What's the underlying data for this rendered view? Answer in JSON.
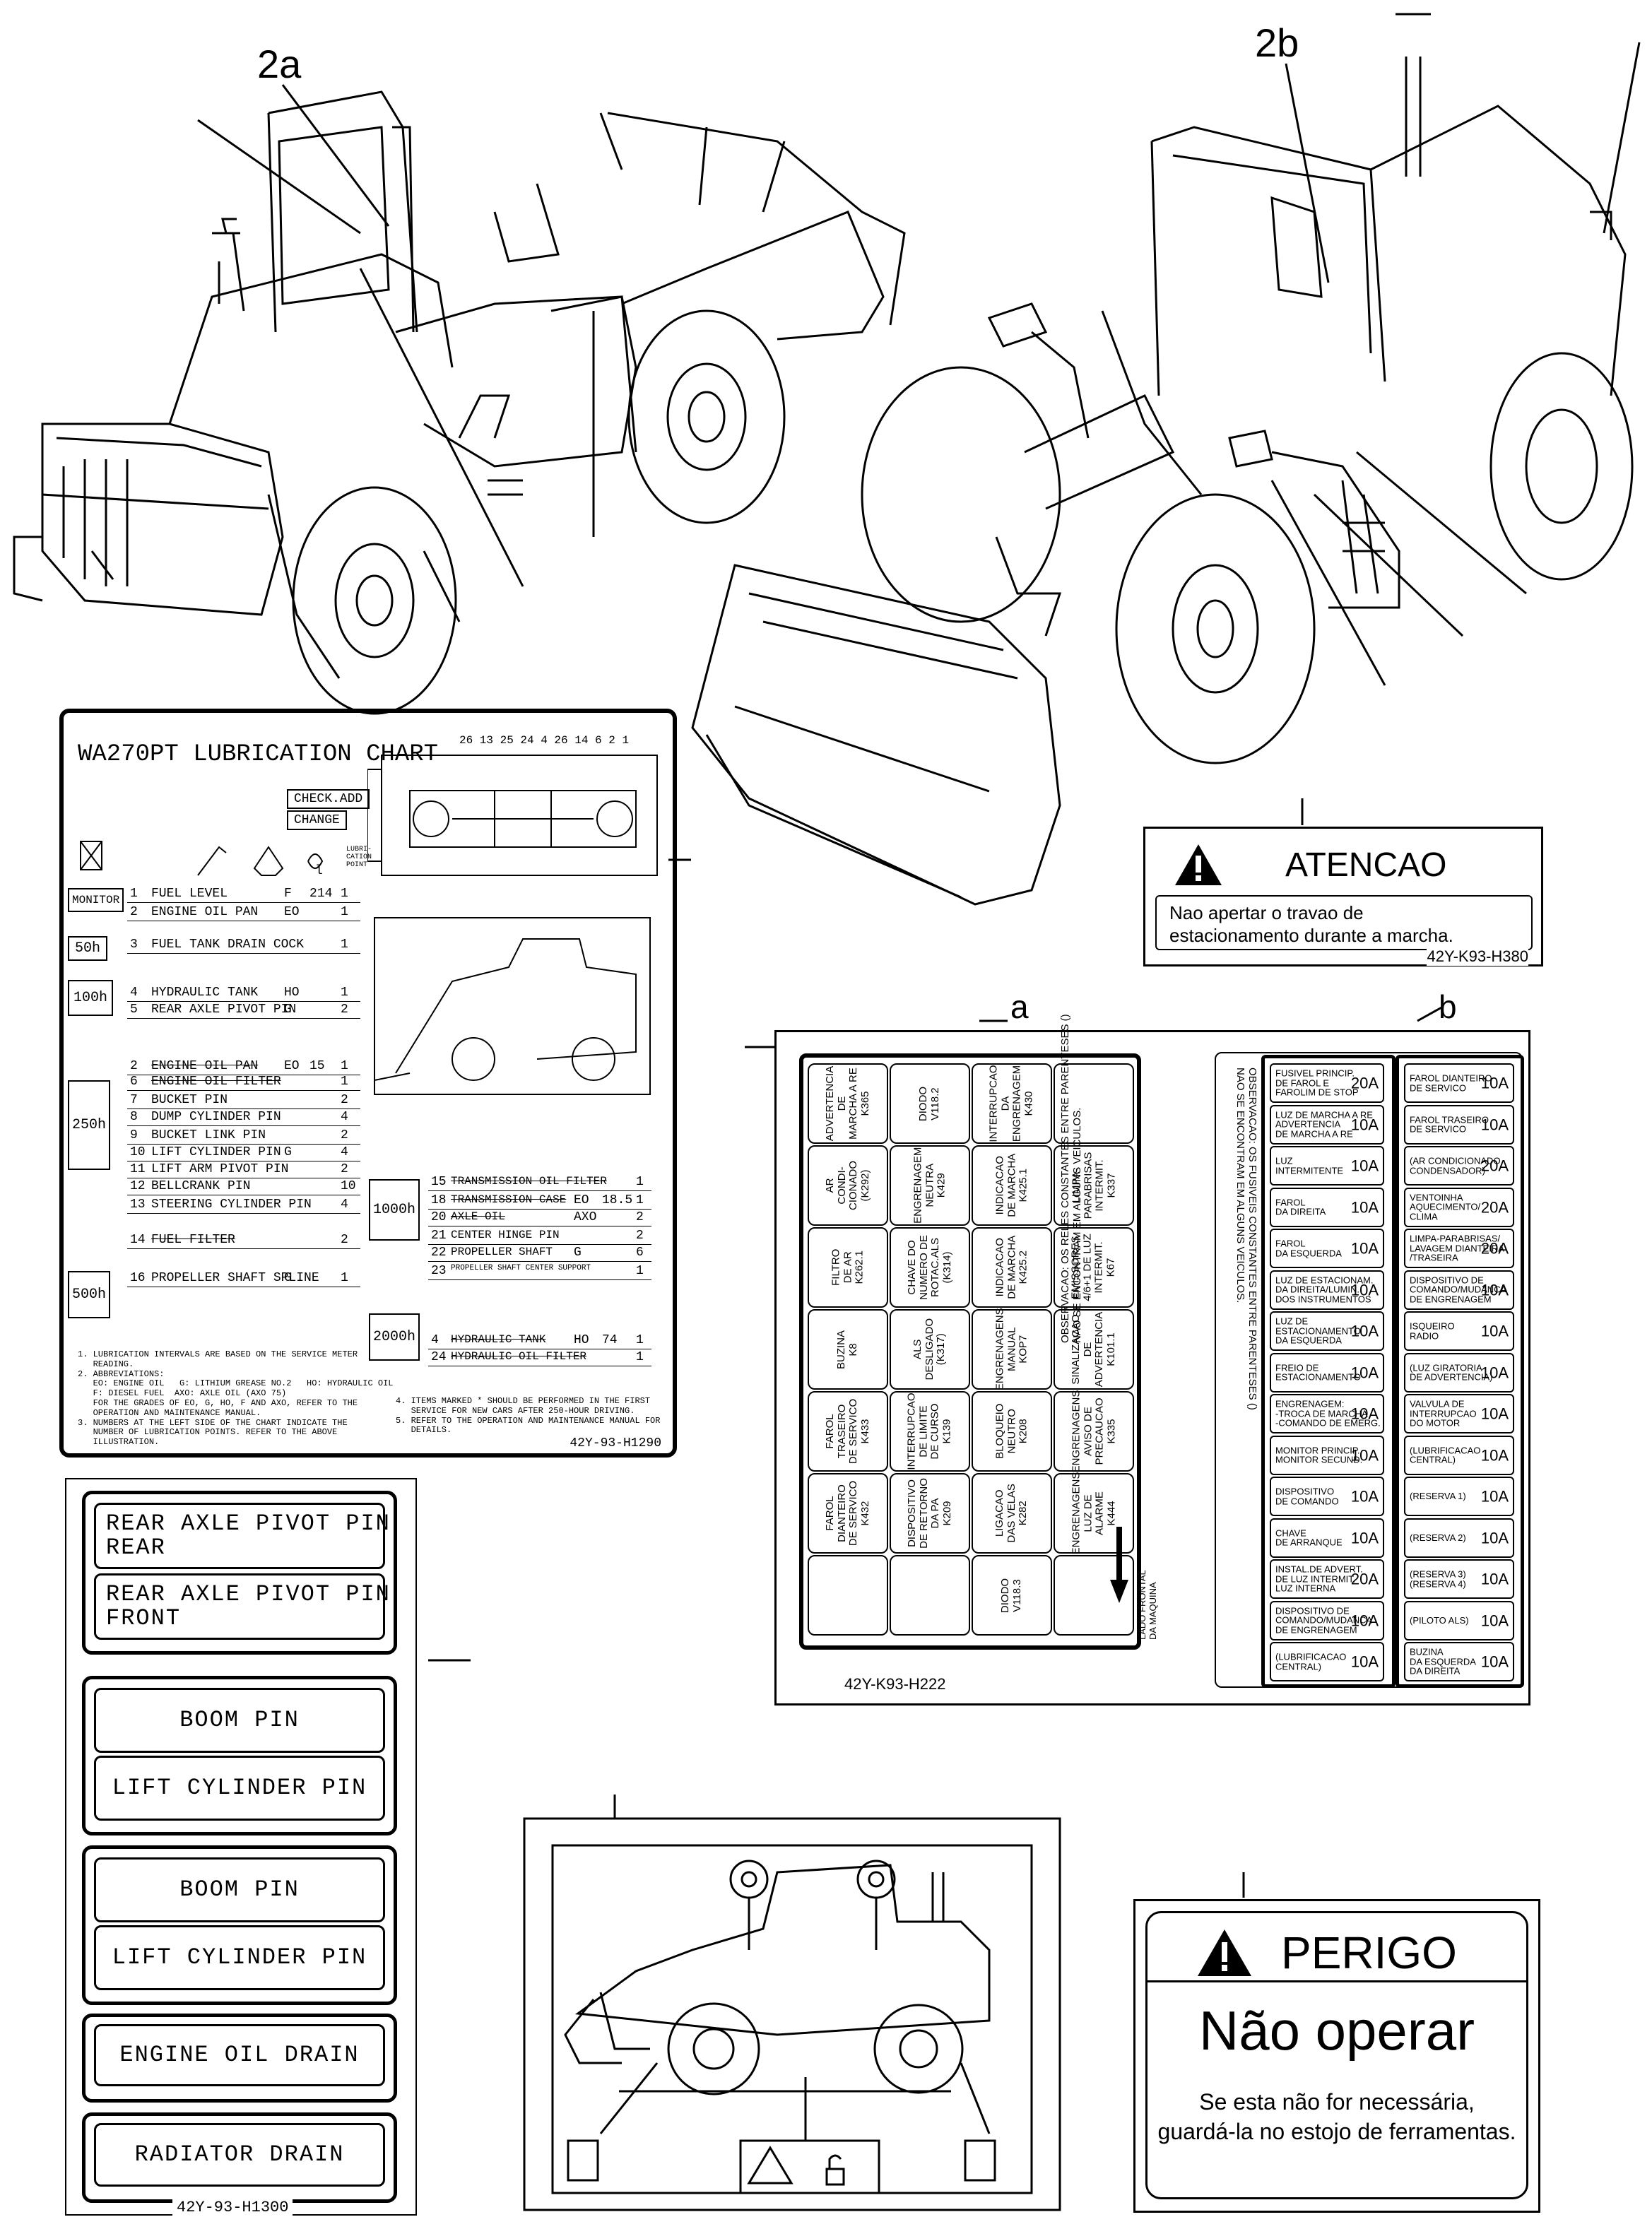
{
  "callouts": {
    "c2a": "2a",
    "c2b": "2b",
    "ca": "a",
    "cb": "b"
  },
  "atencao": {
    "title": "ATENCAO",
    "line1": "Nao apertar o travao de",
    "line2": "estacionamento durante a marcha.",
    "code": "42Y-K93-H380"
  },
  "lubrication": {
    "title": "WA270PT LUBRICATION CHART",
    "check_add": "CHECK.ADD",
    "change": "CHANGE",
    "hdr_points": "LUBRI-CATION POINT",
    "hdr_qty": "l",
    "groups": {
      "monitor": "MONITOR",
      "h50": "50h",
      "h100": "100h",
      "h250": "250h",
      "h500": "500h",
      "h1000": "1000h",
      "h2000": "2000h"
    },
    "left_rows": [
      {
        "no": "1",
        "item": "FUEL LEVEL",
        "code": "F",
        "qty": "214",
        "pts": "1"
      },
      {
        "no": "2",
        "item": "ENGINE OIL PAN",
        "code": "EO",
        "qty": "",
        "pts": "1"
      },
      {
        "no": "3",
        "item": "FUEL TANK DRAIN COCK",
        "code": "",
        "qty": "",
        "pts": "1"
      },
      {
        "no": "4",
        "item": "HYDRAULIC TANK",
        "code": "HO",
        "qty": "",
        "pts": "1"
      },
      {
        "no": "5",
        "item": "REAR AXLE PIVOT PIN",
        "code": "G",
        "qty": "",
        "pts": "2"
      },
      {
        "no": "2",
        "item": "ENGINE OIL PAN",
        "code": "EO",
        "qty": "15",
        "pts": "1"
      },
      {
        "no": "6",
        "item": "ENGINE OIL FILTER",
        "code": "",
        "qty": "",
        "pts": "1"
      },
      {
        "no": "7",
        "item": "BUCKET PIN",
        "code": "",
        "qty": "",
        "pts": "2"
      },
      {
        "no": "8",
        "item": "DUMP CYLINDER PIN",
        "code": "",
        "qty": "",
        "pts": "4"
      },
      {
        "no": "9",
        "item": "BUCKET LINK PIN",
        "code": "",
        "qty": "",
        "pts": "2"
      },
      {
        "no": "10",
        "item": "LIFT CYLINDER PIN",
        "code": "G",
        "qty": "",
        "pts": "4"
      },
      {
        "no": "11",
        "item": "LIFT ARM PIVOT PIN",
        "code": "",
        "qty": "",
        "pts": "2"
      },
      {
        "no": "12",
        "item": "BELLCRANK PIN",
        "code": "",
        "qty": "",
        "pts": "10"
      },
      {
        "no": "13",
        "item": "STEERING CYLINDER PIN",
        "code": "",
        "qty": "",
        "pts": "4"
      },
      {
        "no": "14",
        "item": "FUEL FILTER",
        "code": "",
        "qty": "",
        "pts": "2"
      },
      {
        "no": "16",
        "item": "PROPELLER SHAFT SPLINE",
        "code": "G",
        "qty": "",
        "pts": "1"
      }
    ],
    "right_rows": [
      {
        "no": "15",
        "item": "TRANSMISSION OIL FILTER",
        "code": "",
        "qty": "",
        "pts": "1"
      },
      {
        "no": "18",
        "item": "TRANSMISSION CASE",
        "code": "EO",
        "qty": "18.5",
        "pts": "1"
      },
      {
        "no": "20",
        "item": "AXLE OIL",
        "code": "AXO",
        "qty": "",
        "pts": "2"
      },
      {
        "no": "21",
        "item": "CENTER HINGE PIN",
        "code": "",
        "qty": "",
        "pts": "2"
      },
      {
        "no": "22",
        "item": "PROPELLER SHAFT",
        "code": "G",
        "qty": "",
        "pts": "6"
      },
      {
        "no": "23",
        "item": "PROPELLER SHAFT CENTER SUPPORT",
        "code": "",
        "qty": "",
        "pts": "1"
      },
      {
        "no": "4",
        "item": "HYDRAULIC TANK",
        "code": "HO",
        "qty": "74",
        "pts": "1"
      },
      {
        "no": "24",
        "item": "HYDRAULIC OIL FILTER",
        "code": "",
        "qty": "",
        "pts": "1"
      }
    ],
    "top_numbers": "26 13 25 24 4  26 14 6 2  1",
    "notes_left": "1. LUBRICATION INTERVALS ARE BASED ON THE SERVICE METER\n   READING.\n2. ABBREVIATIONS:\n   EO: ENGINE OIL   G: LITHIUM GREASE NO.2   HO: HYDRAULIC OIL\n   F: DIESEL FUEL  AXO: AXLE OIL (AXO 75)\n   FOR THE GRADES OF EO, G, HO, F AND AXO, REFER TO THE\n   OPERATION AND MAINTENANCE MANUAL.\n3. NUMBERS AT THE LEFT SIDE OF THE CHART INDICATE THE\n   NUMBER OF LUBRICATION POINTS. REFER TO THE ABOVE\n   ILLUSTRATION.",
    "notes_right": "4. ITEMS MARKED * SHOULD BE PERFORMED IN THE FIRST\n   SERVICE FOR NEW CARS AFTER 250-HOUR DRIVING.\n5. REFER TO THE OPERATION AND MAINTENANCE MANUAL FOR\n   DETAILS.",
    "code": "42Y-93-H1290"
  },
  "fuse_sheet": {
    "relays": [
      [
        "ADVERTENCIA\nDE\nMARCHA A RE\nK365",
        "DIODO\nV118.2",
        "INTERRUPCAO\nDA\nENGRENAGEM\nK430",
        ""
      ],
      [
        "AR\nCONDI-\nCIONADO\n(K292)",
        "ENGRENAGEM\nNEUTRA\nK429",
        "INDICACAO\nDE MARCHA\nK425.1",
        "LIMPA-\nPARABRISAS\nINTERMIT.\nK337"
      ],
      [
        "FILTRO\nDE AR\nK262.1",
        "CHAVE DO\nNUMERO DE\nROTAC.ALS\n(K314)",
        "INDICACAO\nDE MARCHA\nK425.2",
        "EMISSORES\n4/6+1 DE LUZ\nINTERMIT.\nK67"
      ],
      [
        "BUZINA\nK8",
        "ALS\nDESLIGADO\n(K317)",
        "ENGRENAGENS\nMANUAL\nKOP7",
        "SINALIZACAO\nDE\nADVERTENCIA\nK101.1"
      ],
      [
        "FAROL\nTRASEIRO\nDE SERVICO\nK433",
        "INTERRUPCAO\nDE LIMITE\nDE CURSO\nK139",
        "BLOQUEIO\nNEUTRO\nK208",
        "ENGRENAGENS\nAVISO DE\nPRECAUCAO\nK335"
      ],
      [
        "FAROL\nDIANTEIRO\nDE SERVICO\nK432",
        "DISPOSITIVO\nDE RETORNO\nDA PA\nK209",
        "LIGACAO\nDAS VELAS\nK282",
        "ENGRENAGENS\nLUZ DE\nALARME\nK444"
      ],
      [
        "",
        "",
        "DIODO\nV118.3",
        ""
      ]
    ],
    "obs_relays": "OBSERVACAO: OS RELES CONSTANTES ENTRE PARENTESES ()\nNAO SE ENCONTRAM EM ALGUNS VEICULOS.",
    "front_side": "LADO FRONTAL\nDA MAQUINA",
    "obs_fuses": "OBSERVACAO: OS FUSIVEIS CONSTANTES ENTRE PARENTESES ()\nNAO SE ENCONTRAM EM ALGUNS VEICULOS.",
    "fuses_left": [
      {
        "name": "FUSIVEL PRINCIP.\nDE FAROL E\nFAROLIM DE STOP",
        "amp": "20A"
      },
      {
        "name": "LUZ DE MARCHA A RE\nADVERTENCIA\nDE MARCHA A RE",
        "amp": "10A"
      },
      {
        "name": "LUZ\nINTERMITENTE",
        "amp": "10A"
      },
      {
        "name": "FAROL\nDA DIREITA",
        "amp": "10A"
      },
      {
        "name": "FAROL\nDA ESQUERDA",
        "amp": "10A"
      },
      {
        "name": "LUZ DE ESTACIONAM.\nDA DIREITA/LUMIN.\nDOS INSTRUMENTOS",
        "amp": "10A"
      },
      {
        "name": "LUZ DE\nESTACIONAMENTO\nDA ESQUERDA",
        "amp": "10A"
      },
      {
        "name": "FREIO DE\nESTACIONAMENTO",
        "amp": "10A"
      },
      {
        "name": "ENGRENAGEM:\n-TROCA DE MARCHA\n-COMANDO DE EMERG.",
        "amp": "10A"
      },
      {
        "name": "MONITOR PRINCIP.\nMONITOR SECUND.",
        "amp": "10A"
      },
      {
        "name": "DISPOSITIVO\nDE COMANDO",
        "amp": "10A"
      },
      {
        "name": "CHAVE\nDE ARRANQUE",
        "amp": "10A"
      },
      {
        "name": "INSTAL.DE ADVERT.\nDE LUZ INTERMIT.\nLUZ INTERNA",
        "amp": "20A"
      },
      {
        "name": "DISPOSITIVO DE\nCOMANDO/MUDANCA\nDE ENGRENAGEM",
        "amp": "10A"
      },
      {
        "name": "(LUBRIFICACAO\nCENTRAL)",
        "amp": "10A"
      }
    ],
    "fuses_right": [
      {
        "name": "FAROL DIANTEIRO\nDE SERVICO",
        "amp": "10A"
      },
      {
        "name": "FAROL TRASEIRO\nDE SERVICO",
        "amp": "10A"
      },
      {
        "name": "(AR CONDICIONADO\nCONDENSADOR)",
        "amp": "20A"
      },
      {
        "name": "VENTOINHA\nAQUECIMENTO/\nCLIMA",
        "amp": "20A"
      },
      {
        "name": "LIMPA-PARABRISAS/\nLAVAGEM DIANTEIRA\n/TRASEIRA",
        "amp": "20A"
      },
      {
        "name": "DISPOSITIVO DE\nCOMANDO/MUDANCA\nDE ENGRENAGEM",
        "amp": "10A"
      },
      {
        "name": "ISQUEIRO\nRADIO",
        "amp": "10A"
      },
      {
        "name": "(LUZ GIRATORIA\nDE ADVERTENCIA)",
        "amp": "10A"
      },
      {
        "name": "VALVULA DE\nINTERRUPCAO\nDO MOTOR",
        "amp": "10A"
      },
      {
        "name": "(LUBRIFICACAO\nCENTRAL)",
        "amp": "10A"
      },
      {
        "name": "(RESERVA 1)",
        "amp": "10A"
      },
      {
        "name": "(RESERVA 2)",
        "amp": "10A"
      },
      {
        "name": "(RESERVA 3)\n(RESERVA 4)",
        "amp": "10A"
      },
      {
        "name": "(PILOTO ALS)",
        "amp": "10A"
      },
      {
        "name": "BUZINA\nDA ESQUERDA\nDA DIREITA",
        "amp": "10A"
      }
    ],
    "code": "42Y-K93-H222"
  },
  "pin_labels": {
    "l1": "REAR AXLE PIVOT PIN\nREAR",
    "l2": "REAR AXLE PIVOT PIN\nFRONT",
    "l3": "BOOM PIN",
    "l4": "LIFT CYLINDER PIN",
    "l5": "BOOM PIN",
    "l6": "LIFT CYLINDER PIN",
    "l7": "ENGINE OIL DRAIN",
    "l8": "RADIATOR DRAIN",
    "code": "42Y-93-H1300"
  },
  "perigo": {
    "title": "PERIGO",
    "big": "Não operar",
    "line1": "Se esta não for necessária,",
    "line2": "guardá-la no estojo de ferramentas."
  }
}
